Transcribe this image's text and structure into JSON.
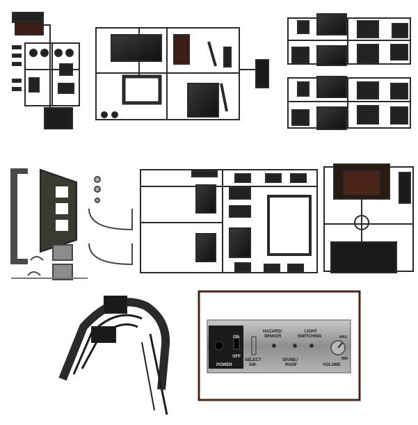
{
  "image": {
    "kind": "product-photo",
    "background": "#ffffff",
    "part_color": "#1c1c1c",
    "metal_color": "#9a9a9a",
    "brown_frame_color": "#4a2418"
  },
  "control_panel": {
    "on_label": "ON",
    "off_label": "OFF",
    "power_label": "POWER",
    "hazard_label": "HAZARD/",
    "winker_label": "WINKER",
    "light_label": "LIGHT",
    "switching_label": "SWITCHING",
    "max_label": "MAX",
    "min_label": "MIN",
    "select_label": "SELECT",
    "sw_label": "SW.",
    "spind_label": "SP.IND./",
    "roof_label": "ROOF",
    "volume_label": "VOLUME"
  }
}
